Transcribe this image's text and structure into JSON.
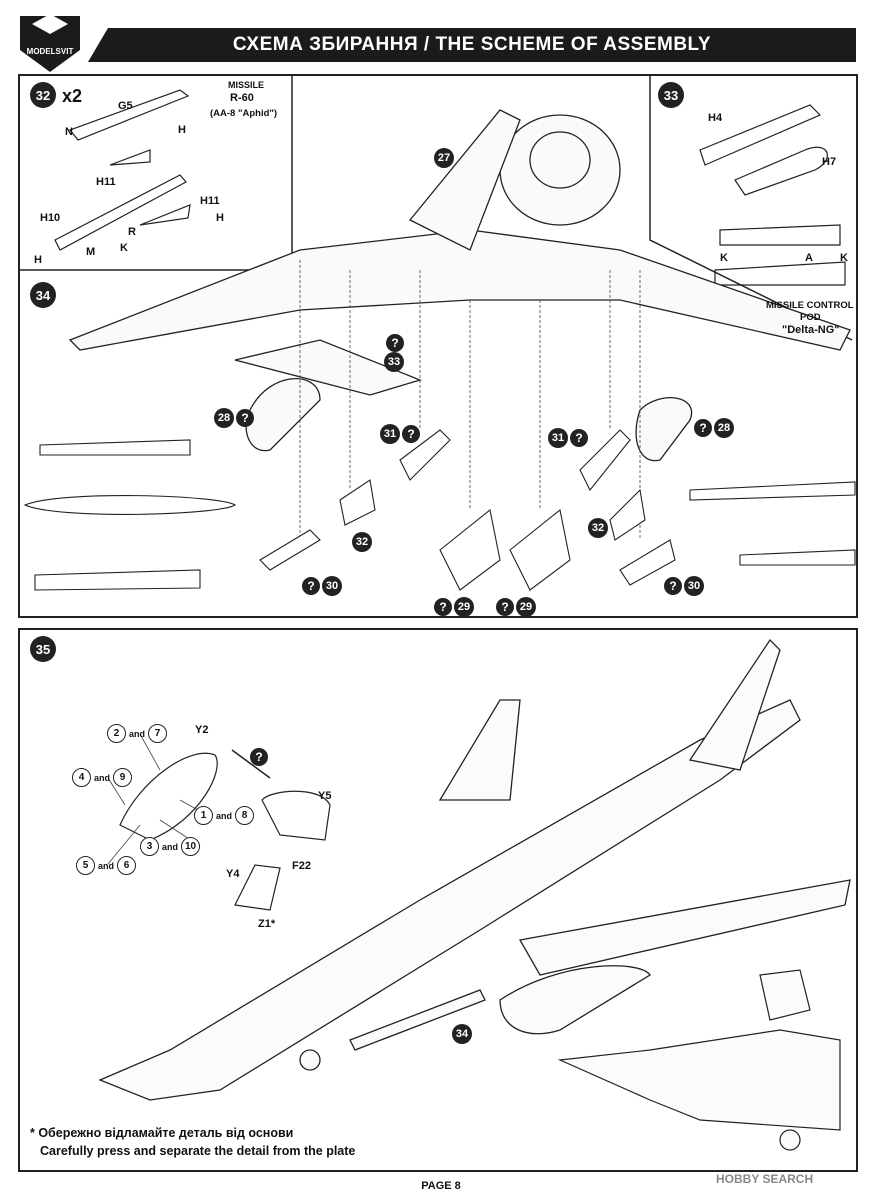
{
  "header": {
    "brand": "MODELSVIT",
    "title": "СХЕМА ЗБИРАННЯ / THE SCHEME OF ASSEMBLY"
  },
  "step32": {
    "number": "32",
    "multiplier": "x2",
    "missile_title": [
      "MISSILE",
      "R-60",
      "(AA-8 \"Aphid\")"
    ],
    "parts": [
      "G5",
      "N",
      "H",
      "H11",
      "H11",
      "H",
      "H10",
      "R",
      "K",
      "H",
      "M"
    ]
  },
  "step33": {
    "number": "33",
    "parts": [
      "H4",
      "H7",
      "K",
      "A",
      "K"
    ],
    "caption": [
      "MISSILE CONTROL",
      "POD",
      "\"Delta-NG\""
    ]
  },
  "step34": {
    "number": "34",
    "callouts": [
      "27",
      "?",
      "33",
      "28",
      "?",
      "?",
      "28",
      "31",
      "?",
      "31",
      "?",
      "32",
      "32",
      "?",
      "30",
      "?",
      "30",
      "?",
      "29",
      "?",
      "29"
    ]
  },
  "step35": {
    "number": "35",
    "parts": [
      "Y2",
      "Y5",
      "Y4",
      "F22",
      "Z1*"
    ],
    "pairs": [
      {
        "a": "2",
        "b": "7"
      },
      {
        "a": "4",
        "b": "9"
      },
      {
        "a": "1",
        "b": "8"
      },
      {
        "a": "3",
        "b": "10"
      },
      {
        "a": "5",
        "b": "6"
      }
    ],
    "and_word": "and",
    "ref34": "34",
    "qmark": "?"
  },
  "footer": {
    "note_ua": "* Обережно відламайте деталь від основи",
    "note_en": "Carefully press and separate the detail from the plate",
    "page": "PAGE 8",
    "watermark": "HOBBY SEARCH"
  }
}
